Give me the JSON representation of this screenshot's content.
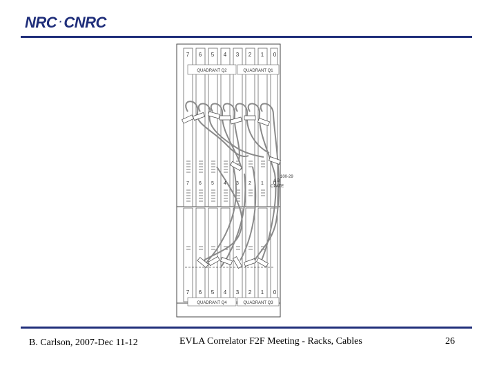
{
  "logo": {
    "left": "NRC",
    "separator": "·",
    "right": "CNRC"
  },
  "diagram": {
    "top_slot_numbers": [
      "7",
      "6",
      "5",
      "4",
      "3",
      "2",
      "1",
      "0"
    ],
    "top_quadrants": [
      "QUADRANT Q2",
      "QUADRANT Q1"
    ],
    "middle_slot_numbers": [
      "7",
      "6",
      "5",
      "4",
      "3",
      "2",
      "1",
      "0"
    ],
    "side_label_lines": [
      "100-29",
      "A B",
      "CPATE"
    ],
    "bottom_slot_numbers": [
      "7",
      "6",
      "5",
      "4",
      "3",
      "2",
      "1",
      "0"
    ],
    "bottom_quadrants": [
      "QUADRANT Q4",
      "QUADRANT Q3"
    ]
  },
  "footer": {
    "author_date": "B. Carlson, 2007-Dec 11-12",
    "title": "EVLA Correlator F2F Meeting - Racks, Cables",
    "page": "26"
  },
  "colors": {
    "accent": "#1f2e7a",
    "cable": "#8a8a8a",
    "line": "#444444"
  }
}
